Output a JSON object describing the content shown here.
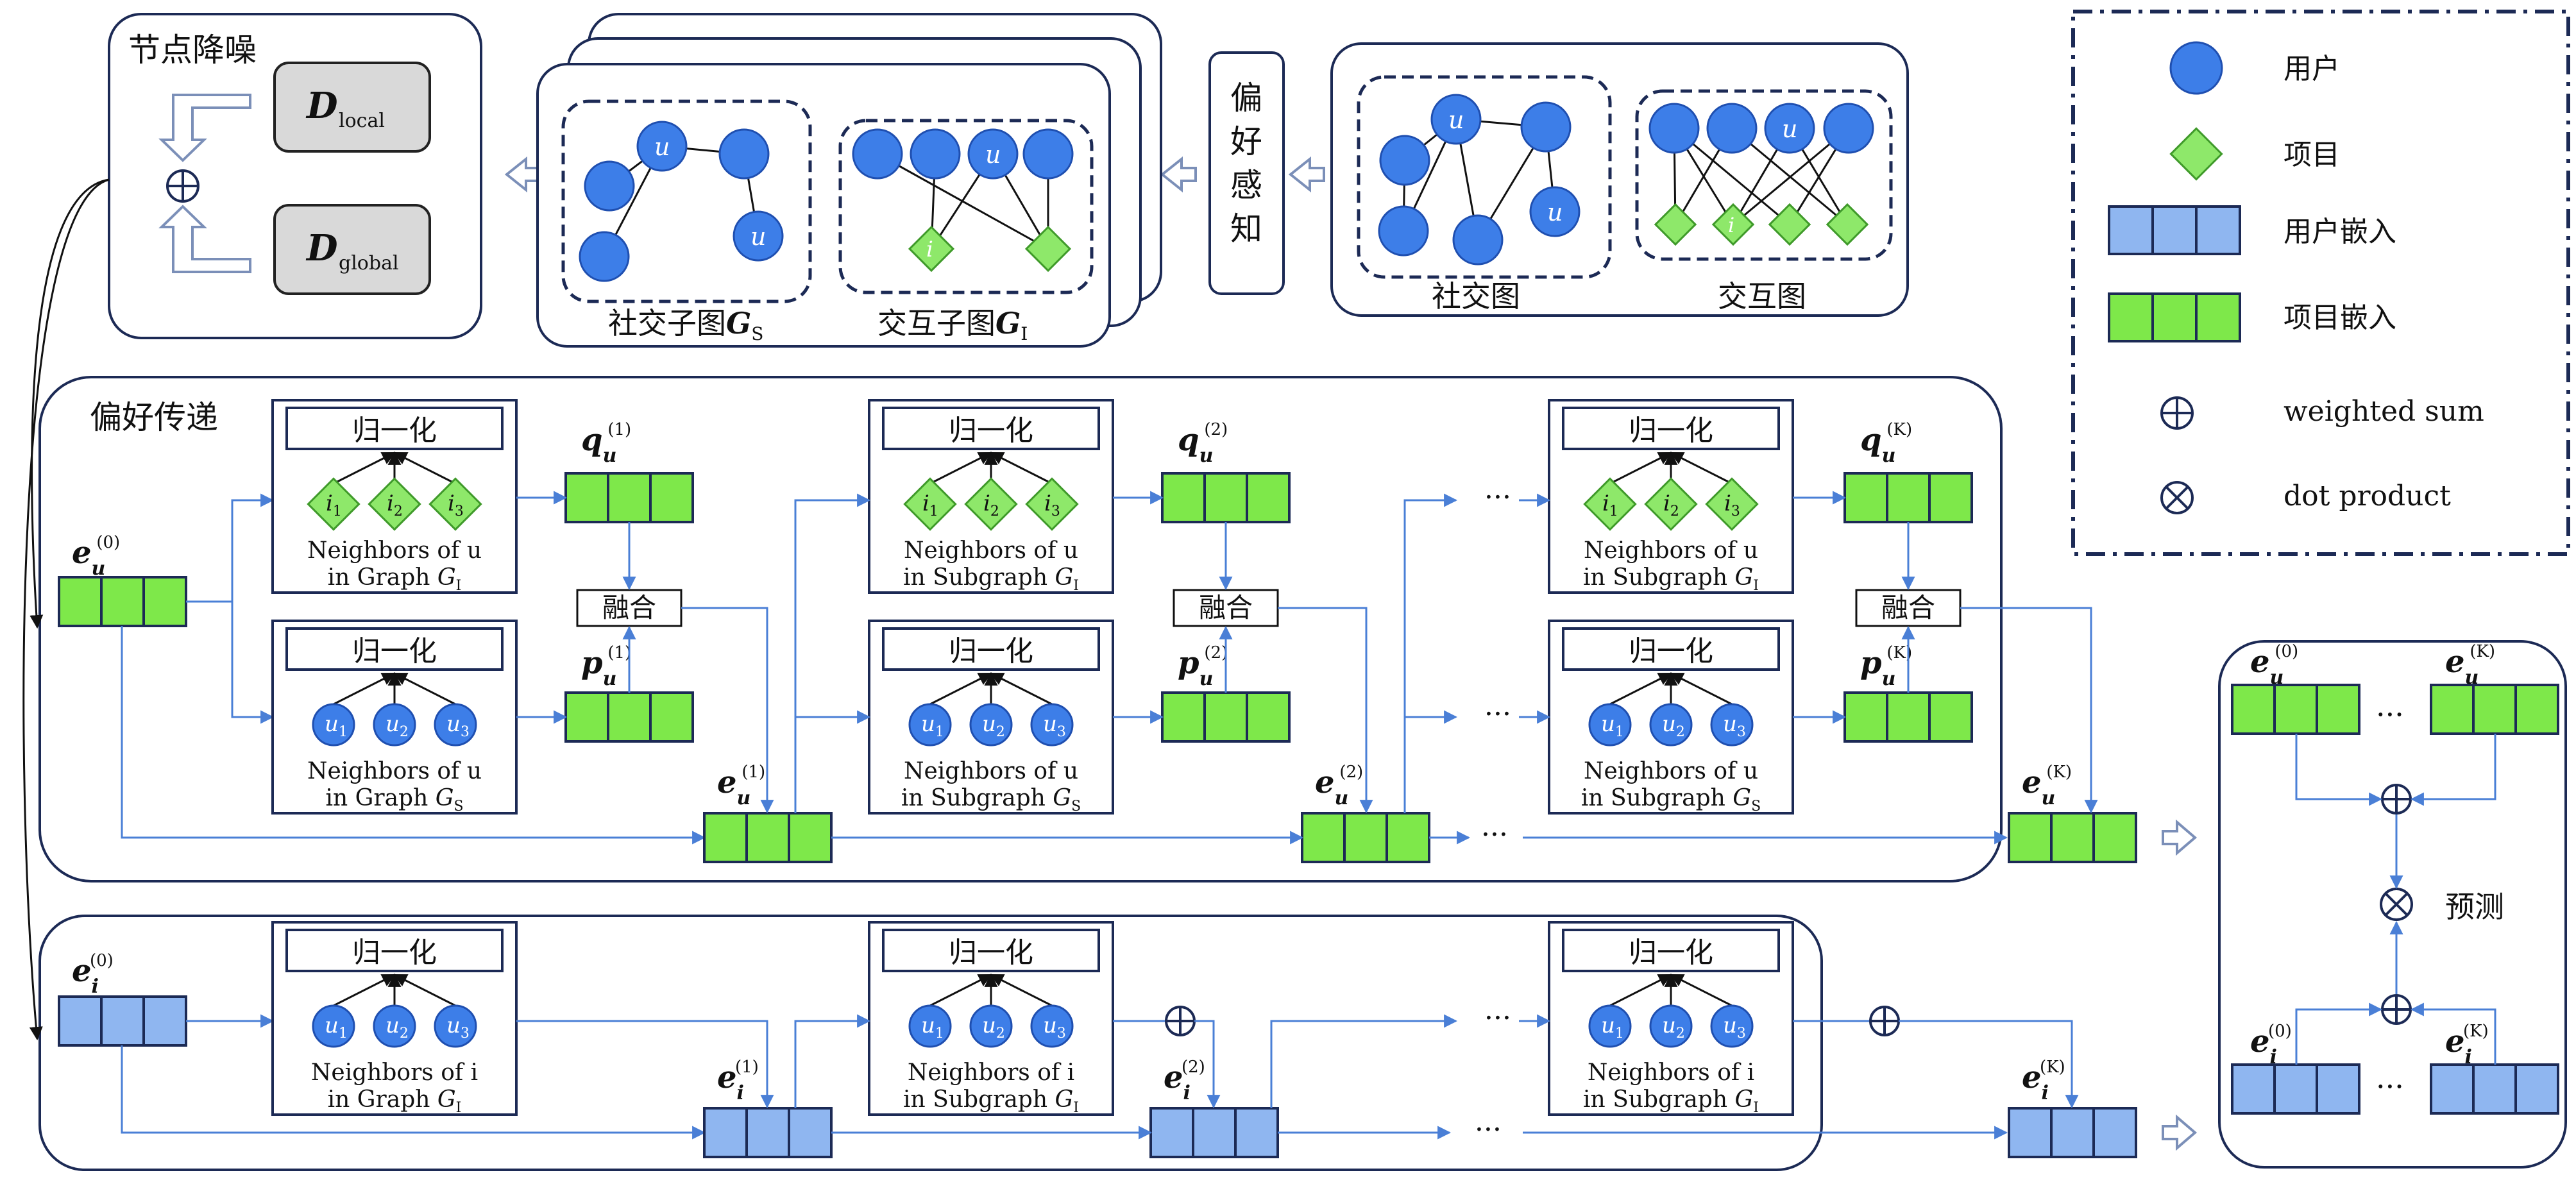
{
  "colors": {
    "user_node": "#3d7ee8",
    "user_node_stroke": "#1f4fb0",
    "item_node": "#8ee86a",
    "item_node_stroke": "#3f9a2a",
    "item_embed": "#7ee84a",
    "user_embed": "#8fb6f0",
    "dark_border": "#1c2a55",
    "arrow": "#4a7fd6"
  },
  "legend": {
    "user": "用户",
    "item": "项目",
    "user_embedding": "用户嵌入",
    "item_embedding": "项目嵌入",
    "weighted_sum": "weighted sum",
    "dot_product": "dot product"
  },
  "denoise": {
    "title": "节点降噪",
    "d_local": "D",
    "d_local_sub": "local",
    "d_global": "D",
    "d_global_sub": "global"
  },
  "preference_perception": [
    "偏",
    "好",
    "感",
    "知"
  ],
  "input_graphs": {
    "social_graph": "社交图",
    "interaction_graph": "交互图"
  },
  "subgraphs": {
    "social_sub_prefix": "社交子图",
    "interaction_sub_prefix": "交互子图",
    "g": "G",
    "s": "S",
    "i": "I"
  },
  "propagation": {
    "title": "偏好传递",
    "normalize": "归一化",
    "fuse": "融合",
    "ellipsis": "···",
    "nbr_u_line1": "Neighbors of u",
    "nbr_i_line1": "Neighbors of i",
    "in_graph": "in Graph",
    "in_subgraph": "in Subgraph"
  },
  "labels": {
    "e": "e",
    "q": "q",
    "p": "p",
    "u": "u",
    "i": "i",
    "sup0": "(0)",
    "sup1": "(1)",
    "sup2": "(2)",
    "supK": "(K)",
    "u1": "u",
    "u1s": "1",
    "u2": "u",
    "u2s": "2",
    "u3": "u",
    "u3s": "3",
    "i1": "i",
    "i1s": "1",
    "i2": "i",
    "i2s": "2",
    "i3": "i",
    "i3s": "3"
  },
  "prediction": {
    "label": "预测",
    "ellipsis": "···"
  }
}
